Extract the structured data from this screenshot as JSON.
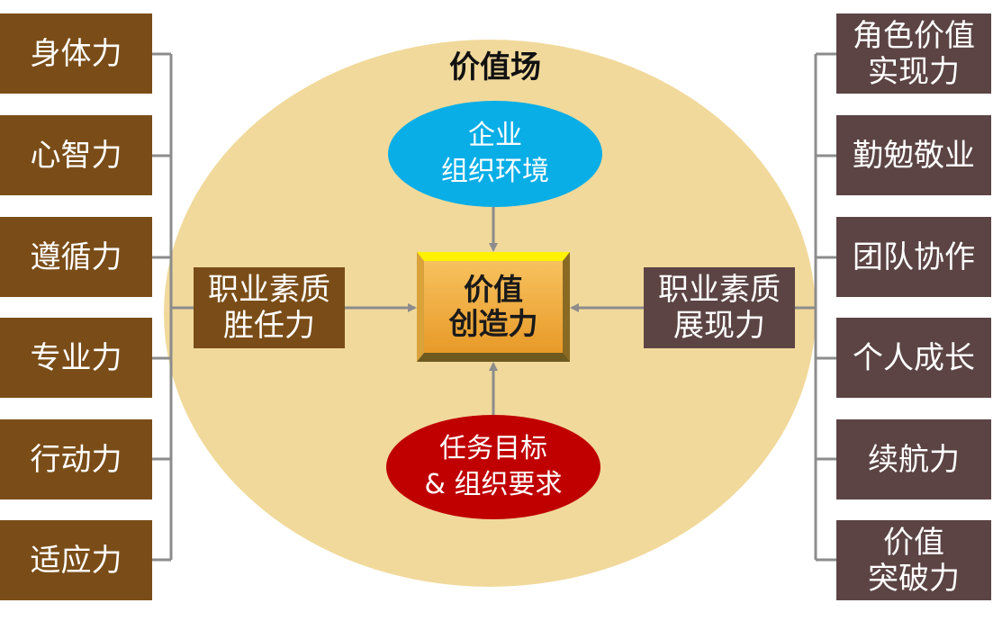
{
  "diagram": {
    "field_title": "价值场",
    "center": "价值\n创造力",
    "top_oval": "企业\n组织环境",
    "bottom_oval": "任务目标\n& 组织要求",
    "mid_left": "职业素质\n胜任力",
    "mid_right": "职业素质\n展现力",
    "left_items": [
      "身体力",
      "心智力",
      "遵循力",
      "专业力",
      "行动力",
      "适应力"
    ],
    "right_items": [
      "角色价值\n实现力",
      "勤勉敬业",
      "团队协作",
      "个人成长",
      "续航力",
      "价值\n突破力"
    ],
    "colors": {
      "field": "#f1d99b",
      "left_box": "#7a4d18",
      "right_box": "#5c4444",
      "top_oval": "#0aaee6",
      "bottom_oval": "#c00000",
      "center": "#e89a28",
      "connector": "#8c8c8c"
    }
  }
}
